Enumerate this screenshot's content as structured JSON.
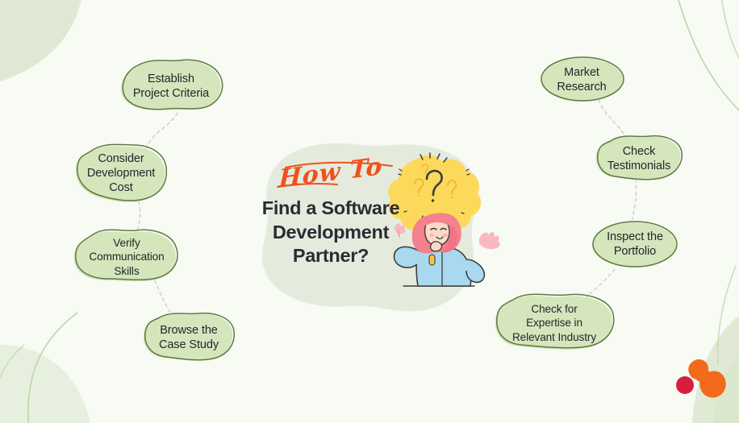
{
  "poster": {
    "background_color": "#f8faf4",
    "center_blob_color": "#e5ebdc",
    "bubble_fill": "#d5e6bd",
    "bubble_stroke": "#5e7a3f",
    "accent_script_color": "#f1501e",
    "title_color": "#2b2b33",
    "connector_color": "#c9ccc2"
  },
  "title": {
    "script": "How To",
    "heading": "Find a Software\nDevelopment\nPartner?"
  },
  "illustration": {
    "thought_bubble_color": "#fcd95b",
    "question_mark": "?",
    "hair_color": "#f5808e",
    "shirt_color": "#a9d9ef",
    "skin_color": "#fbd9c8",
    "badge_color": "#f5c842",
    "outline_color": "#3d3d3d",
    "name": "woman-thinking-illustration"
  },
  "steps_left": [
    {
      "id": "establish-project-criteria",
      "label": "Establish\nProject Criteria"
    },
    {
      "id": "consider-development-cost",
      "label": "Consider\nDevelopment\nCost"
    },
    {
      "id": "verify-communication-skills",
      "label": "Verify\nCommunication\nSkills"
    },
    {
      "id": "browse-the-case-study",
      "label": "Browse the\nCase Study"
    }
  ],
  "steps_right": [
    {
      "id": "market-research",
      "label": "Market\nResearch"
    },
    {
      "id": "check-testimonials",
      "label": "Check\nTestimonials"
    },
    {
      "id": "inspect-the-portfolio",
      "label": "Inspect the\nPortfolio"
    },
    {
      "id": "check-for-expertise",
      "label": "Check for\nExpertise in\nRelevant Industry"
    }
  ],
  "logo": {
    "primary_color": "#f26a1b",
    "accent_color": "#d81e3f",
    "name": "brand-logo"
  },
  "decorations": {
    "corner_blob_color": "#dfe8d2",
    "arc_color": "#bcd5a8"
  }
}
